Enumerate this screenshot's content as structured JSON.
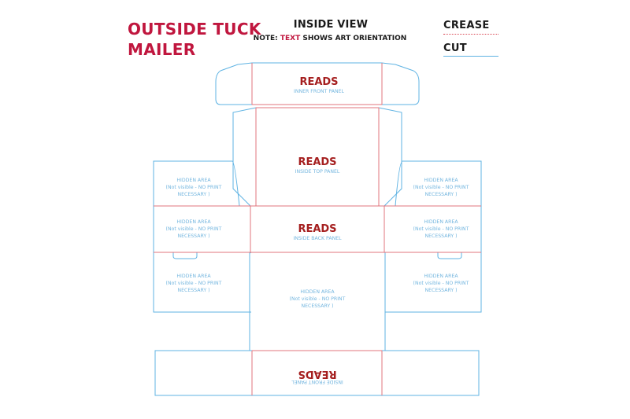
{
  "header": {
    "title_line1": "OUTSIDE TUCK",
    "title_line2": "MAILER",
    "view_title": "INSIDE VIEW",
    "note_prefix": "NOTE: ",
    "note_highlight": "TEXT",
    "note_suffix": " SHOWS ART ORIENTATION"
  },
  "legend": {
    "crease_label": "CREASE",
    "cut_label": "CUT"
  },
  "colors": {
    "title": "#c0163e",
    "cut": "#5fb3e3",
    "crease": "#e0747c",
    "reads": "#a51f1f",
    "panel_text": "#74b6df",
    "text_dark": "#1a1a1a"
  },
  "panels": {
    "reads_label": "READS",
    "inner_front": "INNER FRONT PANEL",
    "inside_top": "INSIDE TOP PANEL",
    "inside_back": "INSIDE BACK PANEL",
    "inside_front": "INSIDE FRONT PANEL",
    "hidden_line1": "HIDDEN AREA",
    "hidden_line2": "(Not visible - NO PRINT",
    "hidden_line3": "NECESSARY )"
  }
}
